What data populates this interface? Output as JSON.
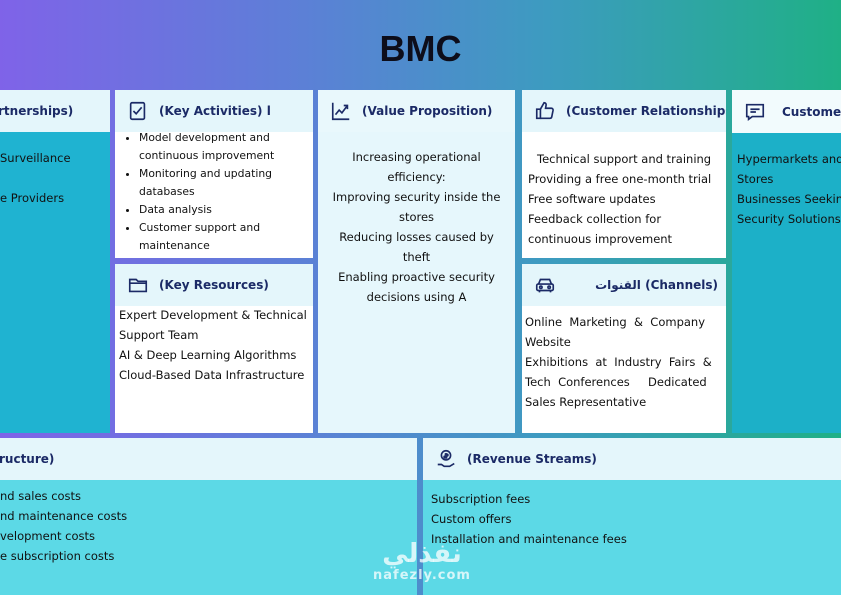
{
  "title": "BMC",
  "key_partners": {
    "header": "rtnerships)",
    "items": [
      "Surveillance",
      "e Providers"
    ]
  },
  "key_activities": {
    "header": "(Key Activities) l",
    "items": [
      [
        "Model development and",
        "continuous improvement"
      ],
      [
        "Monitoring and updating",
        "databases"
      ],
      [
        "Data analysis"
      ],
      [
        "Customer support and",
        "maintenance"
      ]
    ]
  },
  "key_resources": {
    "header": "(Key Resources)",
    "items": [
      "Expert Development & Technical",
      "Support Team",
      "AI & Deep Learning Algorithms",
      "Cloud-Based Data Infrastructure"
    ]
  },
  "value_proposition": {
    "header": "(Value Proposition)",
    "items": [
      "Increasing operational",
      "efficiency:",
      "Improving security inside the",
      "stores",
      "Reducing losses caused by",
      "theft",
      "Enabling proactive security",
      "decisions using A"
    ]
  },
  "customer_relationships": {
    "header": "(Customer Relationships)",
    "items": [
      "Technical support and training",
      "Providing a free one-month trial",
      "Free software updates",
      "Feedback collection for",
      "continuous improvement"
    ]
  },
  "channels": {
    "header": "القنوات (Channels)",
    "items": [
      "Online  Marketing  &  Company",
      "Website",
      "Exhibitions  at  Industry  Fairs  &",
      "Tech  Conferences     Dedicated",
      "Sales Representative"
    ]
  },
  "customer_segments": {
    "header": "Customer",
    "items": [
      "Hypermarkets and",
      "Stores",
      "Businesses Seekin",
      "Security Solutions"
    ]
  },
  "cost_structure": {
    "header": "ructure)",
    "items": [
      "nd sales costs",
      "nd maintenance costs",
      "velopment costs",
      "e subscription costs"
    ]
  },
  "revenue_streams": {
    "header": "(Revenue Streams)",
    "items": [
      "Subscription fees",
      "Custom offers",
      "Installation and maintenance fees"
    ]
  },
  "watermark": {
    "arabic": "نفذلي",
    "latin": "nafezly.com"
  },
  "colors": {
    "cyan": "#1fb3d1",
    "light_cyan": "#e4f6fb",
    "header_text": "#1b2a66"
  }
}
